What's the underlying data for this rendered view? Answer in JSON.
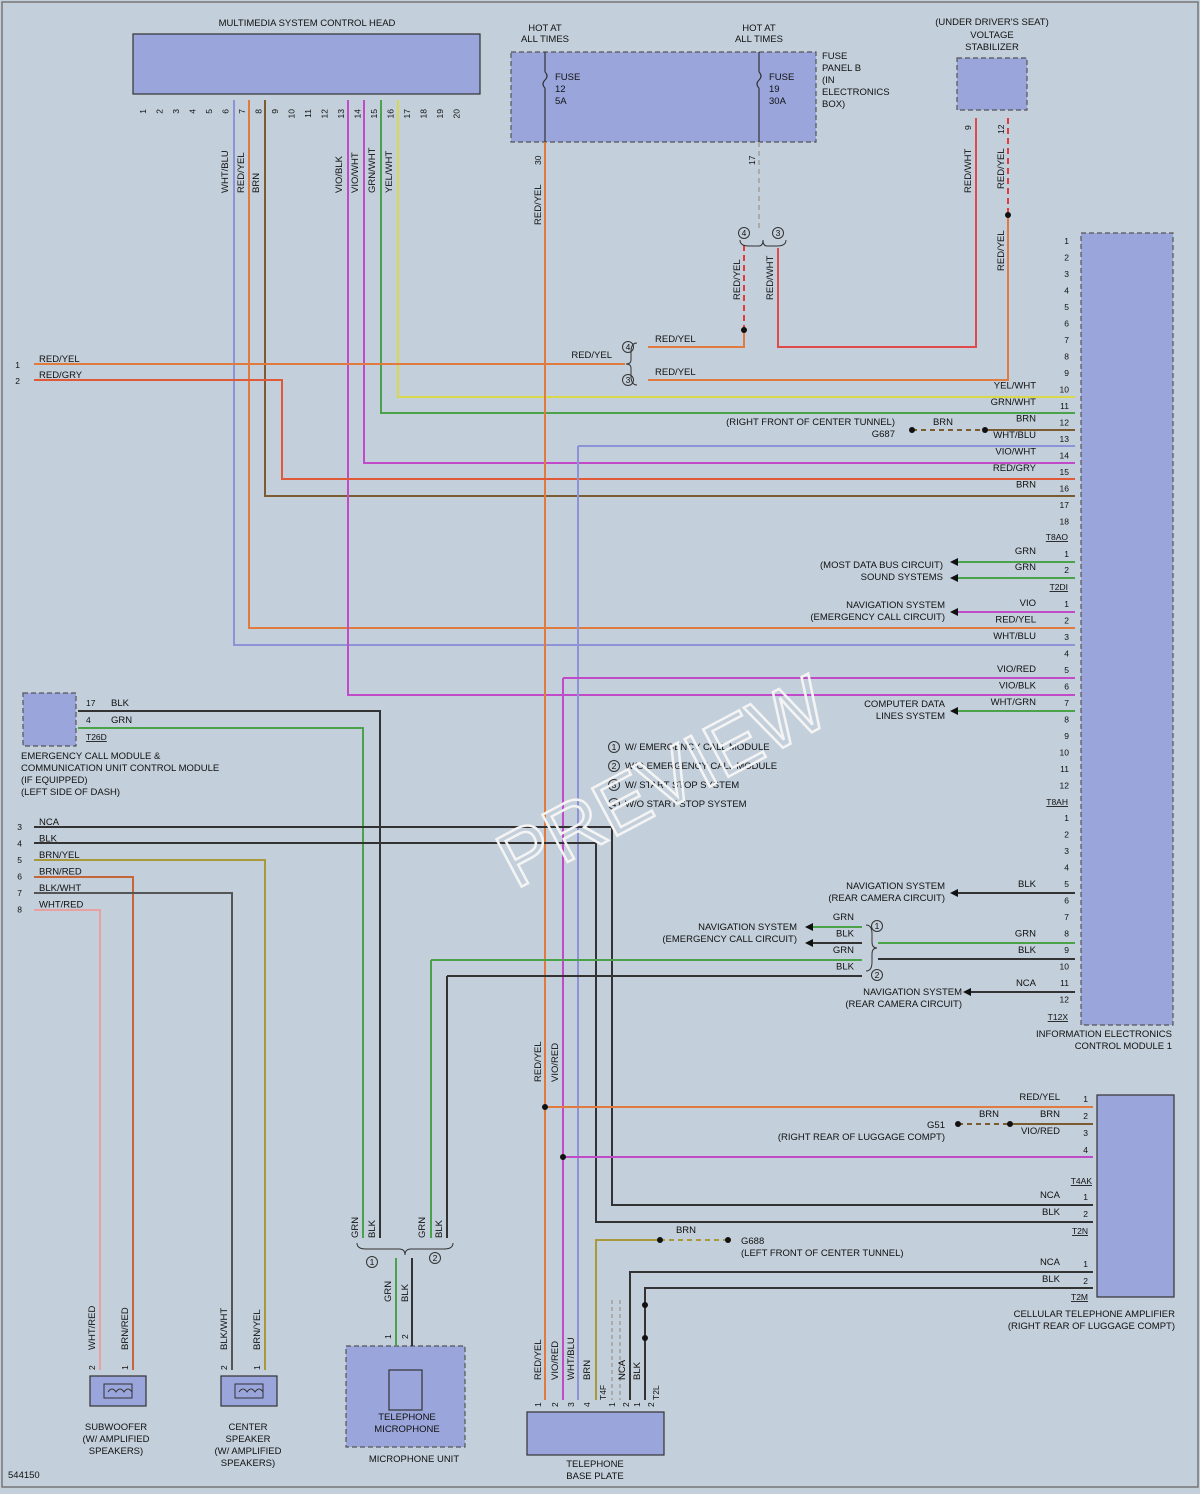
{
  "components": {
    "head": "MULTIMEDIA SYSTEM CONTROL HEAD",
    "hot1": [
      "HOT AT",
      "ALL TIMES"
    ],
    "hot2": [
      "HOT AT",
      "ALL TIMES"
    ],
    "fuse12": [
      "FUSE",
      "12",
      "5A"
    ],
    "fuse19": [
      "FUSE",
      "19",
      "30A"
    ],
    "fuse_panel": [
      "FUSE",
      "PANEL B",
      "(IN",
      "ELECTRONICS",
      "BOX)"
    ],
    "stabilizer": [
      "(UNDER DRIVER'S SEAT)",
      "VOLTAGE",
      "STABILIZER"
    ],
    "iecm": [
      "INFORMATION ELECTRONICS",
      "CONTROL MODULE 1"
    ],
    "ecall": [
      "EMERGENCY CALL MODULE &",
      "COMMUNICATION UNIT CONTROL MODULE",
      "(IF EQUIPPED)",
      "(LEFT SIDE OF DASH)"
    ],
    "amp": [
      "CELLULAR TELEPHONE AMPLIFIER",
      "(RIGHT REAR OF LUGGAGE COMPT)"
    ],
    "subwoofer": [
      "SUBWOOFER",
      "(W/ AMPLIFIED",
      "SPEAKERS)"
    ],
    "center": [
      "CENTER",
      "SPEAKER",
      "(W/ AMPLIFIED",
      "SPEAKERS)"
    ],
    "mic": [
      "TELEPHONE",
      "MICROPHONE"
    ],
    "mic_unit": "MICROPHONE UNIT",
    "base": [
      "TELEPHONE",
      "BASE PLATE"
    ],
    "figure_id": "544150",
    "watermark": "PREVIEW"
  },
  "head_pins": [
    "1",
    "2",
    "3",
    "4",
    "5",
    "6",
    "7",
    "8",
    "9",
    "10",
    "11",
    "12",
    "13",
    "14",
    "15",
    "16",
    "17",
    "18",
    "19",
    "20"
  ],
  "head_wires": {
    "7": "WHT/BLU",
    "8": "RED/YEL",
    "9": "BRN",
    "14": "VIO/BLK",
    "15": "VIO/WHT",
    "16": "GRN/WHT",
    "17": "YEL/WHT"
  },
  "fuse_wires": {
    "pin30": "30",
    "w30": "RED/YEL",
    "pin17": "17",
    "w_left": "RED/YEL",
    "w_right": "RED/WHT",
    "stab_p9": "9",
    "stab_p12": "12",
    "stab_w9": "RED/WHT",
    "stab_w12": "RED/YEL",
    "stab_w12b": "RED/YEL"
  },
  "left_pins": [
    {
      "n": "1",
      "w": "RED/YEL"
    },
    {
      "n": "2",
      "w": "RED/GRY"
    }
  ],
  "splice_labels": {
    "top": "RED/YEL",
    "bot": "RED/YEL",
    "mid": "RED/YEL"
  },
  "iecm_pins_main": [
    "1",
    "2",
    "3",
    "4",
    "5",
    "6",
    "7",
    "8",
    "9",
    "10",
    "11",
    "12",
    "13",
    "14",
    "15",
    "16",
    "17",
    "18"
  ],
  "iecm_wires_main": {
    "10": "YEL/WHT",
    "11": "GRN/WHT",
    "12": "BRN",
    "13": "WHT/BLU",
    "14": "VIO/WHT",
    "15": "RED/GRY",
    "16": "BRN"
  },
  "g687": {
    "note": "(RIGHT FRONT OF CENTER TUNNEL)",
    "id": "G687",
    "w": "BRN"
  },
  "conn": {
    "t8ao": "T8AO",
    "t2dl": "T2DI",
    "t8ah": "T8AH",
    "t12x": "T12X",
    "t26d": "T26D",
    "t4ak": "T4AK",
    "t2n": "T2N",
    "t2m": "T2M",
    "t4f": "T4F",
    "t2l": "T2L"
  },
  "t2dl": {
    "pins": [
      "1",
      "2"
    ],
    "wires": [
      "GRN",
      "GRN"
    ],
    "note": [
      "(MOST DATA BUS CIRCUIT)",
      "SOUND SYSTEMS"
    ]
  },
  "t8ah": {
    "pins": [
      "1",
      "2",
      "3",
      "4",
      "5",
      "6",
      "7",
      "8",
      "9",
      "10",
      "11",
      "12"
    ],
    "wires": {
      "1": "VIO",
      "2": "RED/YEL",
      "3": "WHT/BLU",
      "5": "VIO/RED",
      "6": "VIO/BLK",
      "7": "WHT/GRN"
    },
    "nav": [
      "NAVIGATION SYSTEM",
      "(EMERGENCY CALL CIRCUIT)"
    ],
    "cdl": [
      "COMPUTER DATA",
      "LINES SYSTEM"
    ]
  },
  "t12x": {
    "pins": [
      "1",
      "2",
      "3",
      "4",
      "5",
      "6",
      "7",
      "8",
      "9",
      "10",
      "11",
      "12"
    ],
    "wires": {
      "5": "BLK",
      "8": "GRN",
      "9": "BLK",
      "11": "NCA"
    },
    "nav_rear1": [
      "NAVIGATION SYSTEM",
      "(REAR CAMERA CIRCUIT)"
    ],
    "nav_ecall": [
      "NAVIGATION SYSTEM",
      "(EMERGENCY CALL CIRCUIT)"
    ],
    "nav_rear2": [
      "NAVIGATION SYSTEM",
      "(REAR CAMERA CIRCUIT)"
    ],
    "branch": [
      "GRN",
      "BLK",
      "GRN",
      "BLK"
    ]
  },
  "legend": [
    {
      "n": "1",
      "t": "W/ EMERGENCY CALL MODULE"
    },
    {
      "n": "2",
      "t": "W/O EMERGENCY CALL MODULE"
    },
    {
      "n": "3",
      "t": "W/ START STOP SYSTEM"
    },
    {
      "n": "4",
      "t": "W/O START STOP SYSTEM"
    }
  ],
  "ecall_pins": [
    {
      "n": "17",
      "w": "BLK"
    },
    {
      "n": "4",
      "w": "GRN"
    }
  ],
  "left_pins2": [
    {
      "n": "3",
      "w": "NCA"
    },
    {
      "n": "4",
      "w": "BLK"
    },
    {
      "n": "5",
      "w": "BRN/YEL"
    },
    {
      "n": "6",
      "w": "BRN/RED"
    },
    {
      "n": "7",
      "w": "BLK/WHT"
    },
    {
      "n": "8",
      "w": "WHT/RED"
    }
  ],
  "amp_pins": {
    "t4ak": [
      {
        "n": "1",
        "w": "RED/YEL"
      },
      {
        "n": "2",
        "w": "BRN"
      },
      {
        "n": "3",
        "w": "VIO/RED"
      },
      {
        "n": "4",
        "w": ""
      }
    ],
    "t2n": [
      {
        "n": "1",
        "w": "NCA"
      },
      {
        "n": "2",
        "w": "BLK"
      }
    ],
    "t2m": [
      {
        "n": "1",
        "w": "NCA"
      },
      {
        "n": "2",
        "w": "BLK"
      }
    ]
  },
  "g51": {
    "id": "G51",
    "note": "(RIGHT REAR OF LUGGAGE COMPT)",
    "w": "BRN"
  },
  "g688": {
    "id": "G688",
    "note": "(LEFT FRONT OF CENTER TUNNEL)",
    "w": "BRN"
  },
  "vertical_labels": {
    "base_up1": "RED/YEL",
    "base_up2": "VIO/RED",
    "mic_l": "GRN",
    "mic_r": "BLK",
    "mic_l2": "GRN",
    "mic_r2": "BLK",
    "mic_in1": "GRN",
    "mic_in2": "BLK",
    "sub1": "WHT/RED",
    "sub2": "BRN/RED",
    "cs1": "BLK/WHT",
    "cs2": "BRN/YEL",
    "bp1": "RED/YEL",
    "bp2": "VIO/RED",
    "bp3": "WHT/BLU",
    "bp4": "BRN",
    "bp5": "NCA",
    "bp6": "BLK"
  },
  "mic_splice": {
    "c1": "1",
    "c2": "2"
  },
  "speaker_pins": {
    "p2": "2",
    "p1": "1"
  },
  "mic_pins": {
    "p1": "1",
    "p2": "2"
  },
  "base_pins": [
    "1",
    "2",
    "3",
    "4",
    "1",
    "2",
    "1",
    "2"
  ]
}
